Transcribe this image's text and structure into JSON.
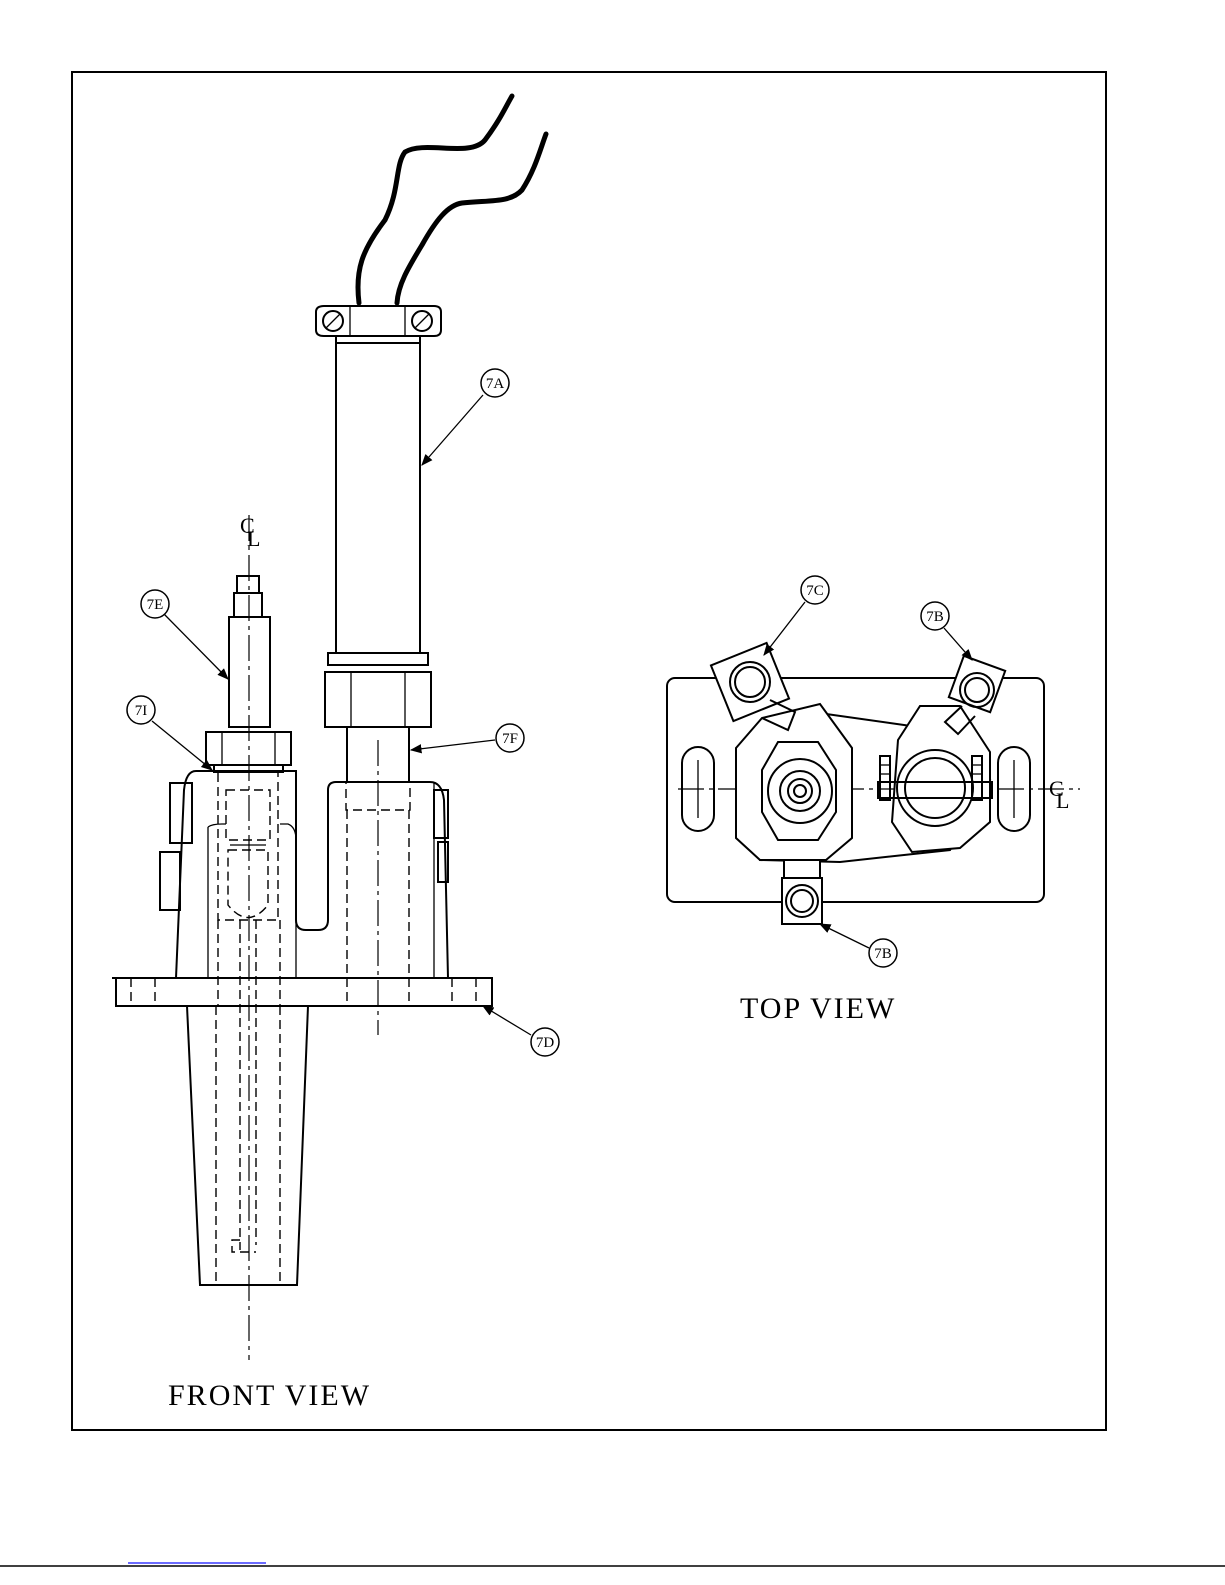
{
  "views": {
    "front_title": "FRONT VIEW",
    "top_title": "TOP VIEW"
  },
  "centerline_symbol": {
    "c": "C",
    "l": "L"
  },
  "callouts": {
    "c7A": "7A",
    "c7B_upper": "7B",
    "c7B_lower": "7B",
    "c7C": "7C",
    "c7D": "7D",
    "c7E": "7E",
    "c7F": "7F",
    "c7I": "7I"
  }
}
